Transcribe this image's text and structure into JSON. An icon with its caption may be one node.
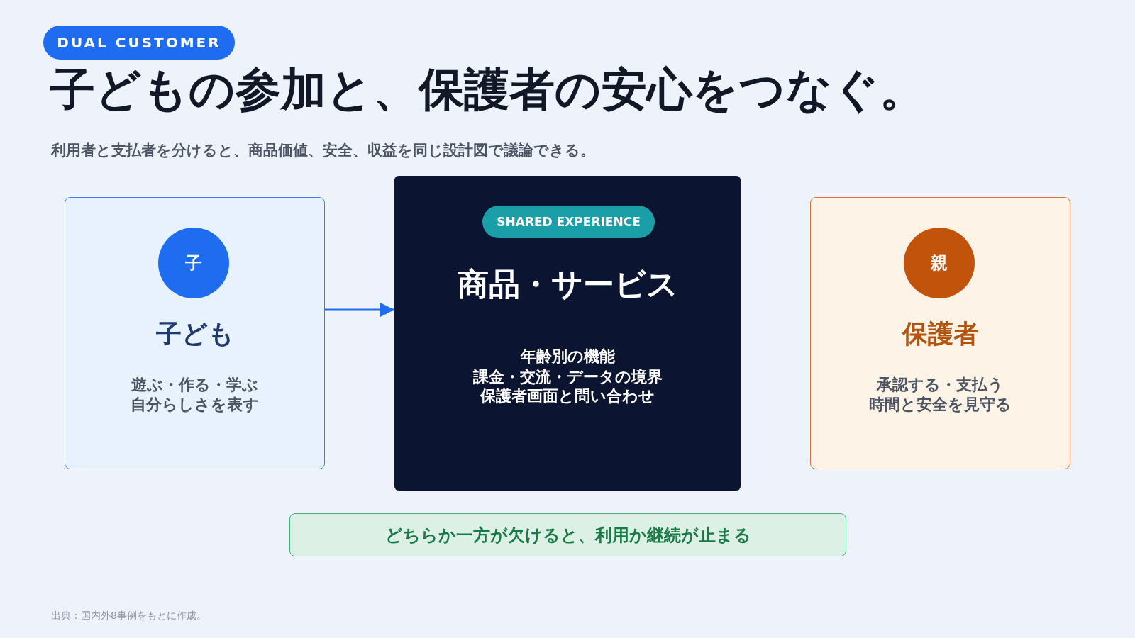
{
  "diagram": {
    "title": "子どもの参加と、保護者の安心をつなぐ。",
    "nodes": [
      {
        "text": [
          "DUAL CUSTOMER"
        ]
      },
      {
        "text": [
          "子ども",
          "遊ぶ・作る・学ぶ",
          "自分らしさを表す"
        ]
      },
      {
        "text": [
          "子"
        ],
        "in": 1
      },
      {
        "text": [
          "商品・サービス",
          "年齢別の機能",
          "課金・交流・データの境界",
          "保護者画面と問い合わせ"
        ]
      },
      {
        "text": [
          "SHARED EXPERIENCE"
        ],
        "in": 3
      },
      {
        "text": [
          "保護者",
          "承認する・支払う",
          "時間と安全を見守る"
        ]
      },
      {
        "text": [
          "親"
        ],
        "in": 5
      },
      {
        "text": [
          "どちらか一方が欠けると、利用か継続が止まる"
        ]
      }
    ],
    "edges": [
      {
        "from": 1,
        "to": 3,
        "arrow": "to"
      }
    ],
    "labels": [
      "利用者と支払者を分けると、商品価値、安全、収益を同じ設計図で議論できる。",
      "出典：国内外8事例をもとに作成。"
    ]
  }
}
